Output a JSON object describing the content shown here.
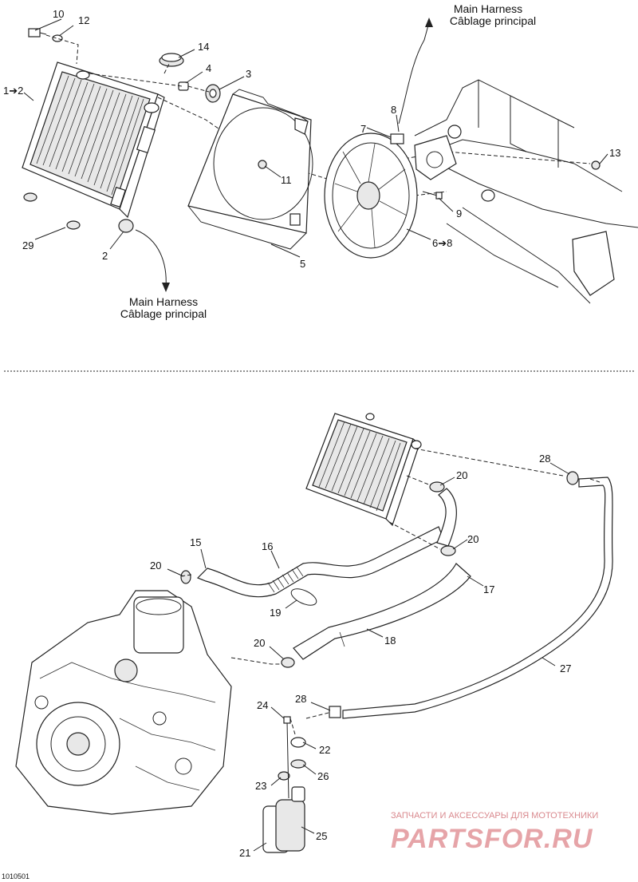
{
  "harness_label_en": "Main Harness",
  "harness_label_fr": "Câblage principal",
  "figure_code": "1010501",
  "watermark": {
    "tagline": "ЗАПЧАСТИ И АКСЕССУАРЫ ДЛЯ МОТОТЕХНИКИ",
    "brand": "PARTSFOR.RU"
  },
  "callouts": {
    "c10": "10",
    "c12": "12",
    "c14": "14",
    "c4": "4",
    "c3": "3",
    "c1_2": "1➔2",
    "c8": "8",
    "c7": "7",
    "c13": "13",
    "c11": "11",
    "c9": "9",
    "c6_8": "6➔8",
    "c5": "5",
    "c29": "29",
    "c2": "2",
    "c20a": "20",
    "c28a": "28",
    "c20b": "20",
    "c15": "15",
    "c16": "16",
    "c20c": "20",
    "c17": "17",
    "c19": "19",
    "c20d": "20",
    "c18": "18",
    "c27": "27",
    "c24": "24",
    "c28b": "28",
    "c22": "22",
    "c23": "23",
    "c26": "26",
    "c25": "25",
    "c21": "21"
  }
}
